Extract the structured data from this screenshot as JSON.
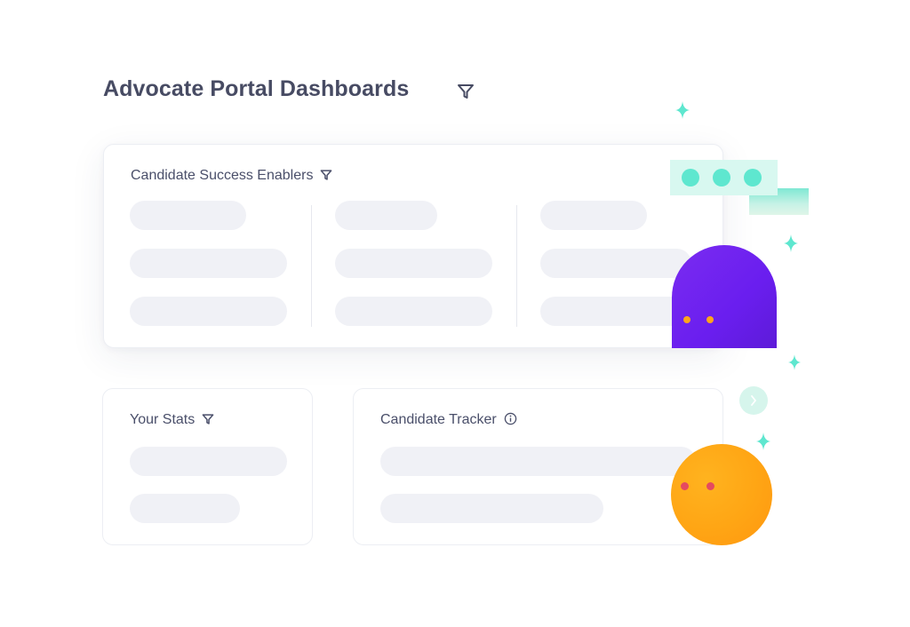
{
  "page": {
    "title": "Advocate Portal Dashboards",
    "title_filter_icon": "filter-icon"
  },
  "cards": {
    "success_enablers": {
      "title": "Candidate Success Enablers",
      "icon": "filter-icon"
    },
    "stats": {
      "title": "Your Stats",
      "icon": "filter-icon"
    },
    "tracker": {
      "title": "Candidate Tracker",
      "icon": "info-icon"
    }
  },
  "decor": {
    "next_button_icon": "chevron-right-icon",
    "sparkle_icon": "sparkle-icon"
  },
  "colors": {
    "text": "#474b63",
    "placeholder": "#f0f1f6",
    "accent_teal": "#5ee7cf",
    "accent_purple": "#6a1eef",
    "accent_orange": "#ffa514"
  }
}
